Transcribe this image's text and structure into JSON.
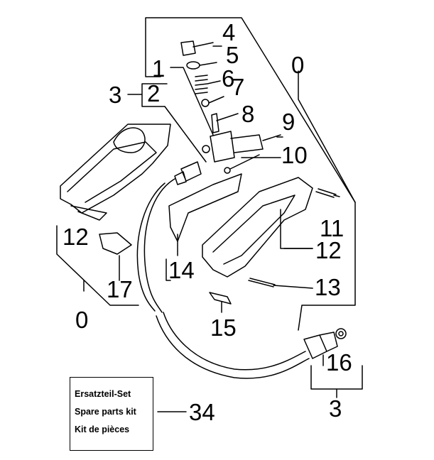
{
  "diagram": {
    "labels": {
      "p0_top": "0",
      "p0_left": "0",
      "p1": "1",
      "p2": "2",
      "p3_left": "3",
      "p3_bottom": "3",
      "p4": "4",
      "p5": "5",
      "p6": "6",
      "p7": "7",
      "p8": "8",
      "p9": "9",
      "p10": "10",
      "p11": "11",
      "p12_left": "12",
      "p12_right": "12",
      "p13": "13",
      "p14": "14",
      "p15": "15",
      "p16": "16",
      "p17": "17",
      "p34": "34"
    },
    "kit": {
      "line_de": "Ersatzteil-Set",
      "line_en": "Spare parts kit",
      "line_fr": "Kit de pièces"
    }
  }
}
